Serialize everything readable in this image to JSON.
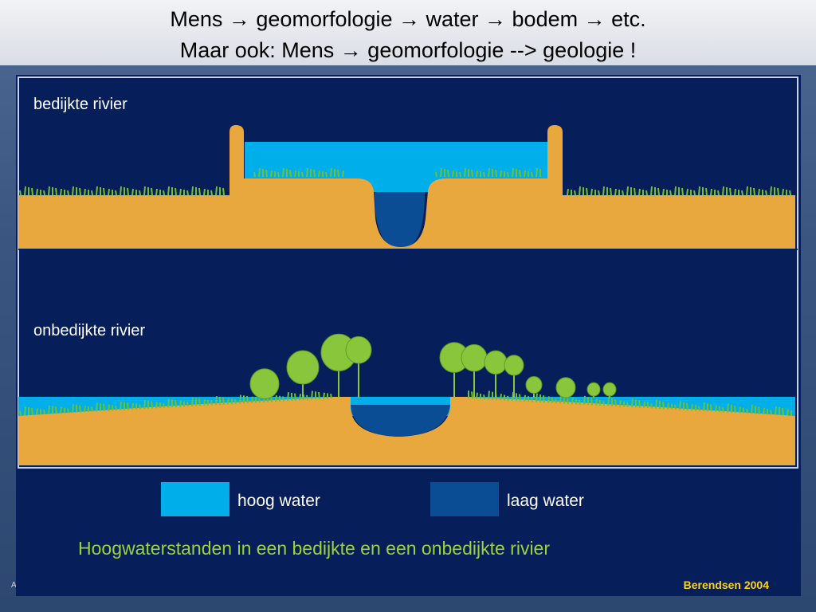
{
  "slide": {
    "title_line1": "Mens → geomorfologie → water → bodem → etc.",
    "title_line2": "Maar ook: Mens → geomorfologie --> geologie !",
    "credit": "Berendsen 2004",
    "corner_mark": "A"
  },
  "diagram": {
    "panel_top_label": "bedijkte rivier",
    "panel_bottom_label": "onbedijkte rivier",
    "legend": {
      "high_label": "hoog water",
      "low_label": "laag water"
    },
    "caption": "Hoogwaterstanden in een bedijkte en een onbedijkte rivier"
  },
  "colors": {
    "navy": "#061e5a",
    "sand": "#e8a83e",
    "high_water": "#00aeea",
    "low_water": "#0a4d94",
    "grass": "#6fc12f",
    "tree": "#8ac63b",
    "caption": "#9ed13a",
    "credit": "#ffd21a"
  }
}
